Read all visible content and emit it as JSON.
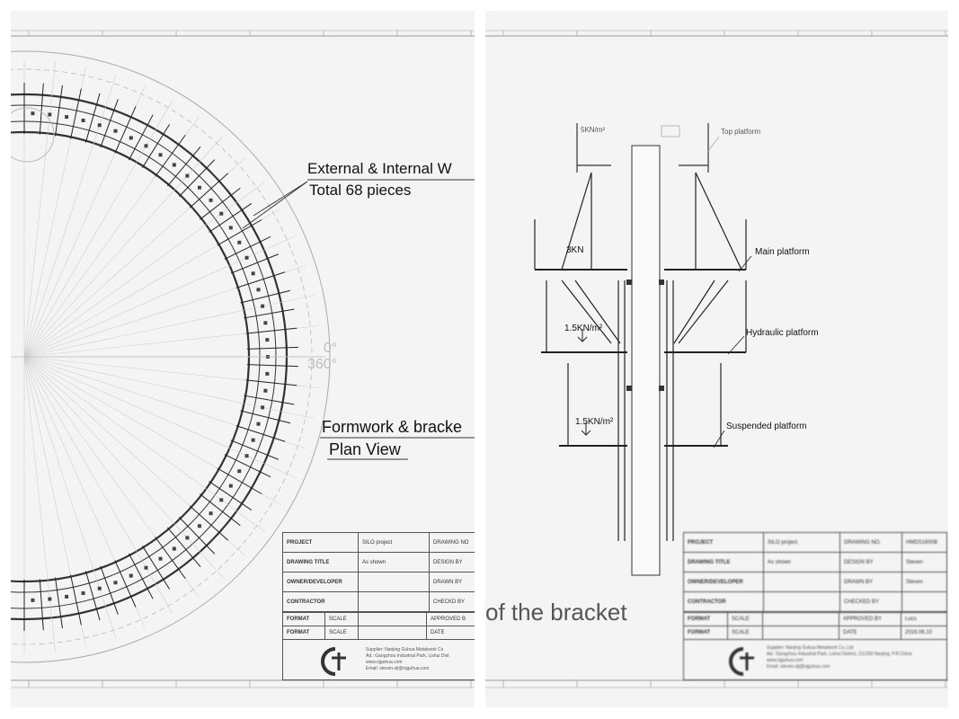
{
  "left": {
    "annotation": {
      "line1": "External & Internal W",
      "line2": "Total 68 pieces"
    },
    "angle_labels": {
      "a0": "0°",
      "a360": "360°"
    },
    "view_title": {
      "line1": "Formwork & bracke",
      "line2": "Plan View"
    },
    "title_block": {
      "project_label": "PROJECT",
      "project_value": "SILO project",
      "drawing_no_label": "DRAWING NO",
      "drawing_title_label": "DRAWING TITLE",
      "drawing_title_value": "As shown",
      "design_by_label": "DESIGN BY",
      "owner_label": "OWNER/DEVELOPER",
      "drawn_by_label": "DRAWN BY",
      "contractor_label": "CONTRACTOR",
      "checked_by_label": "CHECKD BY",
      "format_label": "FORMAT",
      "scale_label": "SCALE",
      "approved_label": "APPROVED B",
      "date_label": "DATE",
      "supplier_line1": "Supplier: Nanjing Guhua Metalwork Co",
      "supplier_line2": "Ad.: Gangzhou Industrial Park, Lishui Dist",
      "supplier_line3": "www.njguhua.com",
      "supplier_line4": "Email: steven.njt@njguhua.com"
    }
  },
  "right": {
    "labels": {
      "load_top": "5KN/m²",
      "top_platform": "Top platform",
      "load_main": "3KN",
      "main_platform": "Main platform",
      "load_hydraulic": "1.5KN/m²",
      "hydraulic_platform": "Hydraulic platform",
      "load_suspended": "1.5KN/m²",
      "suspended_platform": "Suspended platform"
    },
    "caption": "of the bracket",
    "title_block": {
      "project_label": "PROJECT",
      "project_value": "SILO project",
      "drawing_no_label": "DRAWING NO.",
      "drawing_no_value": "HMDS1600B",
      "drawing_title_label": "DRAWING TITLE",
      "drawing_title_value": "As shown",
      "design_by_label": "DESIGN BY",
      "design_by_value": "Steven",
      "owner_label": "OWNER/DEVELOPER",
      "drawn_by_label": "DRAWN BY",
      "drawn_by_value": "Steven",
      "contractor_label": "CONTRACTOR",
      "checked_by_label": "CHECKED BY",
      "format_label": "FORMAT",
      "scale_label": "SCALE",
      "approved_label": "APPROVED BY",
      "approved_value": "Lucs",
      "date_label": "DATE",
      "date_value": "2016.06.10",
      "supplier_line1": "Supplier: Nanjing Guhua Metalwork Co.,Ltd",
      "supplier_line2": "Ad.: Gangzhou Industrial Park, Lishui District, 211200 Nanjing, P.R.China",
      "supplier_line3": "www.njguhua.com",
      "supplier_line4": "Email: steven.njt@njguhua.com"
    }
  }
}
